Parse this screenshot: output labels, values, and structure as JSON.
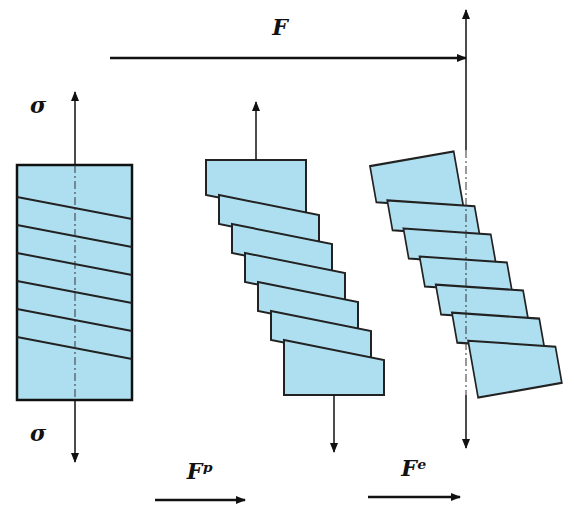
{
  "diagram": {
    "labels": [
      "F",
      "σ",
      "σ",
      "Fᵖ",
      "Fᵉ"
    ]
  }
}
